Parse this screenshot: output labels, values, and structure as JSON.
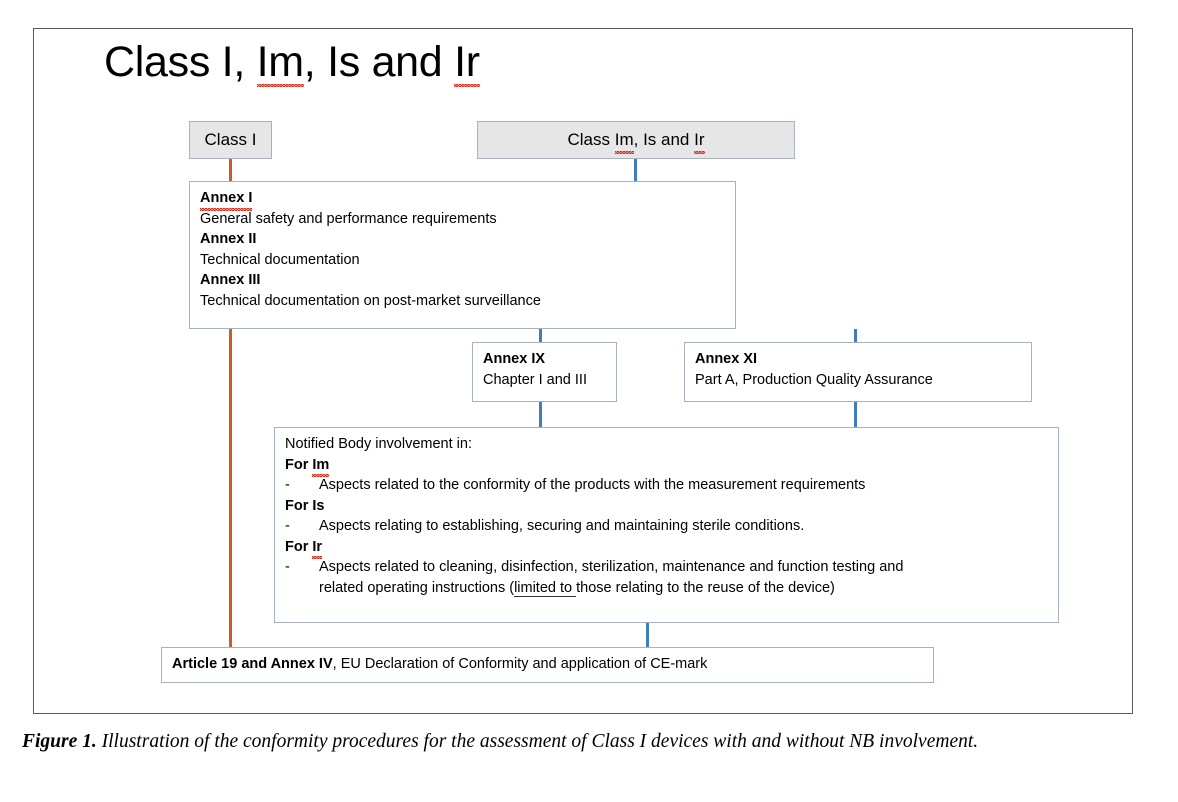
{
  "diagram": {
    "title": "Class I, Im, Is and Ir",
    "boxes": {
      "class_i": {
        "label": "Class I"
      },
      "class_im_is_ir": {
        "label": "Class Im, Is and Ir"
      },
      "annex_main": {
        "annex_i_heading": "Annex I",
        "annex_i_text": "General safety and performance requirements",
        "annex_ii_heading": "Annex II",
        "annex_ii_text": "Technical documentation",
        "annex_iii_heading": "Annex III",
        "annex_iii_text": "Technical documentation on post-market surveillance"
      },
      "annex_ix": {
        "heading": "Annex IX",
        "text": "Chapter I and III"
      },
      "annex_xi": {
        "heading": "Annex XI",
        "text": "Part A, Production Quality Assurance"
      },
      "notified_body": {
        "intro": "Notified Body involvement in:",
        "for_im_heading": "For Im",
        "for_im_bullet_dash": "-",
        "for_im_bullet": "Aspects related to the conformity of the products with the measurement requirements",
        "for_is_heading": "For Is",
        "for_is_bullet_dash": "-",
        "for_is_bullet": "Aspects relating to establishing, securing and maintaining sterile conditions.",
        "for_ir_heading": "For Ir",
        "for_ir_bullet_dash": "-",
        "for_ir_bullet_line1": "Aspects related to cleaning, disinfection, sterilization, maintenance and function testing and",
        "for_ir_bullet_line2_pre": "related operating instructions (",
        "for_ir_bullet_line2_underlined": "limited to ",
        "for_ir_bullet_line2_post": "those relating to the reuse of the device)"
      },
      "article_19": {
        "bold_part": "Article 19 and Annex IV",
        "rest": ", EU Declaration of Conformity and application of CE-mark"
      }
    },
    "connectors": {
      "blue_color": "#3f7cc0",
      "orange_color": "#cd5c22",
      "box_border_color": "#a6b1c6",
      "shaded_fill_color": "#e7e6e6"
    }
  },
  "caption": {
    "lead": "Figure 1.",
    "text": " Illustration of the conformity procedures for the assessment of Class I devices with and without NB involvement."
  }
}
